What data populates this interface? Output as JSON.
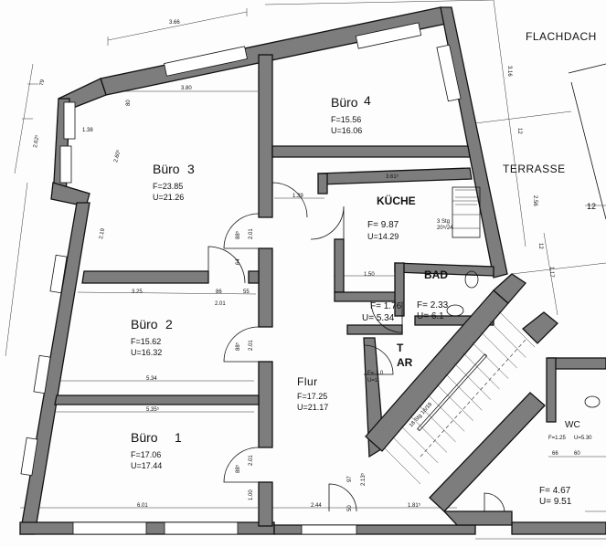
{
  "labels": {
    "flachdach": "FLACHDACH",
    "terrasse": "TERRASSE",
    "flur": "Flur",
    "kueche": "KÜCHE",
    "bad": "BAD",
    "ar": "AR",
    "wc": "WC"
  },
  "rooms": {
    "buero4": {
      "name": "Büro",
      "num": "4",
      "f": "F=15.56",
      "u": "U=16.06"
    },
    "buero3": {
      "name": "Büro",
      "num": "3",
      "f": "F=23.85",
      "u": "U=21.26"
    },
    "buero2": {
      "name": "Büro",
      "num": "2",
      "f": "F=15.62",
      "u": "U=16.32"
    },
    "buero1": {
      "name": "Büro",
      "num": "1",
      "f": "F=17.06",
      "u": "U=17.44"
    },
    "flur": {
      "f": "F=17.25",
      "u": "U=21.17"
    },
    "kueche": {
      "f": "F= 9.87",
      "u": "U=14.29"
    },
    "small1": {
      "f": "F= 1.76",
      "u": "U= 5.34"
    },
    "bad": {
      "f": "F= 2.33",
      "u": "U= 6.1"
    },
    "ar": {
      "f": "F= 1.0",
      "u": "U=1"
    },
    "wc": {
      "f": "F=1.25",
      "u": "U=5.30"
    },
    "corner": {
      "f": "F= 4.67",
      "u": "U= 9.51"
    }
  },
  "dims": {
    "d366": "3.66",
    "d316": "3.16",
    "d79": "79",
    "d262": "2.62⁵",
    "d380": "3.80",
    "d138": "1.38",
    "d260": "2.60⁵",
    "d80": "80",
    "d219": "2.19",
    "d88a": "88⁵",
    "d201a": "2.01",
    "d64": "64",
    "d139": "1.39",
    "d361": "3.61⁵",
    "d150": "1.50",
    "d325": "3.25",
    "d86": "86",
    "d55": "55",
    "d201b": "2.01",
    "d88b": "88⁵",
    "d201c": "2.01",
    "d534": "5.34",
    "d535": "5.35⁵",
    "d88c": "88⁵",
    "d201d": "2.01",
    "d601": "6.01",
    "d100": "1.00",
    "d244": "2.44",
    "d50": "50",
    "d181": "1.81⁵",
    "d97": "97",
    "d213": "2.13⁵",
    "d256": "2.56",
    "d12a": "12",
    "d12b": "12",
    "d117": "1.17",
    "d12c": "12",
    "d66": "66",
    "d60": "60",
    "stairs": "3 Stg\n20⁵/24",
    "stairsRun": "18 Stg 16/18"
  }
}
